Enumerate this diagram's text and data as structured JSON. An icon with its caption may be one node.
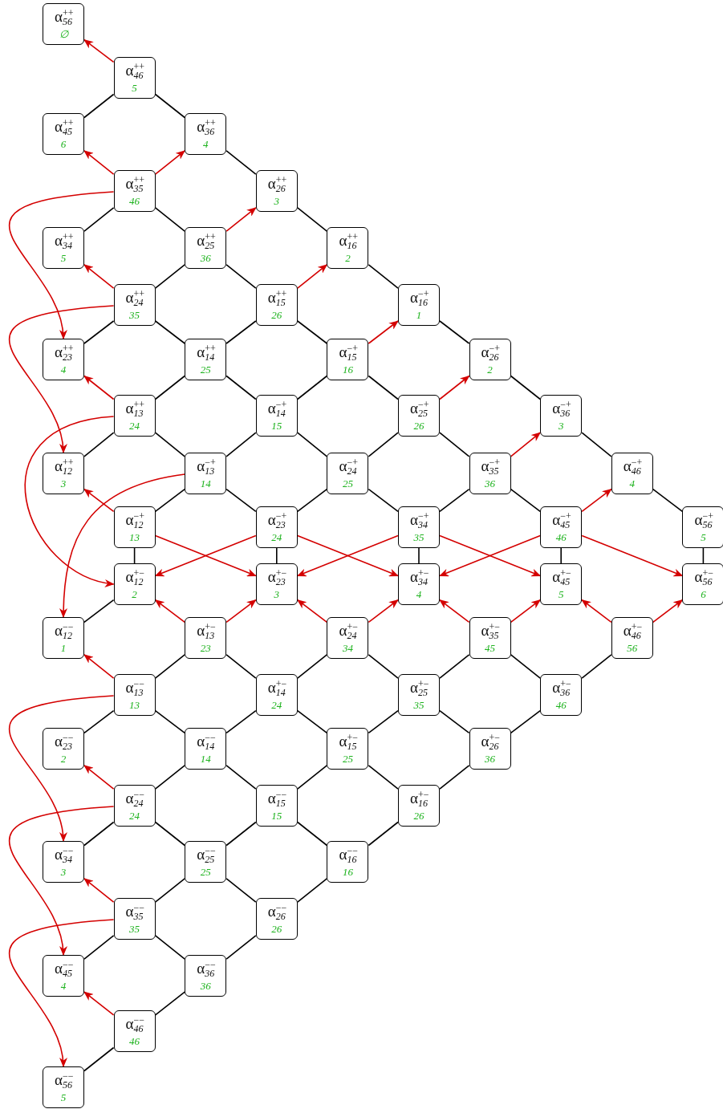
{
  "diagram": {
    "nodes": [
      {
        "text": [
          "α$^{++}$$_{56}$",
          "∅"
        ]
      },
      {
        "text": [
          "α$^{++}$$_{46}$",
          "5"
        ]
      },
      {
        "text": [
          "α$^{++}$$_{45}$",
          "6"
        ]
      },
      {
        "text": [
          "α$^{++}$$_{36}$",
          "4"
        ]
      },
      {
        "text": [
          "α$^{++}$$_{35}$",
          "46"
        ]
      },
      {
        "text": [
          "α$^{++}$$_{26}$",
          "3"
        ]
      },
      {
        "text": [
          "α$^{++}$$_{34}$",
          "5"
        ]
      },
      {
        "text": [
          "α$^{++}$$_{25}$",
          "36"
        ]
      },
      {
        "text": [
          "α$^{++}$$_{16}$",
          "2"
        ]
      },
      {
        "text": [
          "α$^{++}$$_{24}$",
          "35"
        ]
      },
      {
        "text": [
          "α$^{++}$$_{15}$",
          "26"
        ]
      },
      {
        "text": [
          "α$^{−+}$$_{16}$",
          "1"
        ]
      },
      {
        "text": [
          "α$^{++}$$_{23}$",
          "4"
        ]
      },
      {
        "text": [
          "α$^{++}$$_{14}$",
          "25"
        ]
      },
      {
        "text": [
          "α$^{−+}$$_{15}$",
          "16"
        ]
      },
      {
        "text": [
          "α$^{−+}$$_{26}$",
          "2"
        ]
      },
      {
        "text": [
          "α$^{++}$$_{13}$",
          "24"
        ]
      },
      {
        "text": [
          "α$^{−+}$$_{14}$",
          "15"
        ]
      },
      {
        "text": [
          "α$^{−+}$$_{25}$",
          "26"
        ]
      },
      {
        "text": [
          "α$^{−+}$$_{36}$",
          "3"
        ]
      },
      {
        "text": [
          "α$^{++}$$_{12}$",
          "3"
        ]
      },
      {
        "text": [
          "α$^{−+}$$_{13}$",
          "14"
        ]
      },
      {
        "text": [
          "α$^{−+}$$_{24}$",
          "25"
        ]
      },
      {
        "text": [
          "α$^{−+}$$_{35}$",
          "36"
        ]
      },
      {
        "text": [
          "α$^{−+}$$_{46}$",
          "4"
        ]
      },
      {
        "text": [
          "α$^{−+}$$_{12}$",
          "13"
        ]
      },
      {
        "text": [
          "α$^{−+}$$_{23}$",
          "24"
        ]
      },
      {
        "text": [
          "α$^{−+}$$_{34}$",
          "35"
        ]
      },
      {
        "text": [
          "α$^{−+}$$_{45}$",
          "46"
        ]
      },
      {
        "text": [
          "α$^{−+}$$_{56}$",
          "5"
        ]
      },
      {
        "text": [
          "α$^{+−}$$_{12}$",
          "2"
        ]
      },
      {
        "text": [
          "α$^{+−}$$_{23}$",
          "3"
        ]
      },
      {
        "text": [
          "α$^{+−}$$_{34}$",
          "4"
        ]
      },
      {
        "text": [
          "α$^{+−}$$_{45}$",
          "5"
        ]
      },
      {
        "text": [
          "α$^{+−}$$_{56}$",
          "6"
        ]
      },
      {
        "text": [
          "α$^{−−}$$_{12}$",
          "1"
        ]
      },
      {
        "text": [
          "α$^{+−}$$_{13}$",
          "23"
        ]
      },
      {
        "text": [
          "α$^{+−}$$_{24}$",
          "34"
        ]
      },
      {
        "text": [
          "α$^{+−}$$_{35}$",
          "45"
        ]
      },
      {
        "text": [
          "α$^{+−}$$_{46}$",
          "56"
        ]
      },
      {
        "text": [
          "α$^{−−}$$_{13}$",
          "13"
        ]
      },
      {
        "text": [
          "α$^{+−}$$_{14}$",
          "24"
        ]
      },
      {
        "text": [
          "α$^{+−}$$_{25}$",
          "35"
        ]
      },
      {
        "text": [
          "α$^{+−}$$_{36}$",
          "46"
        ]
      },
      {
        "text": [
          "α$^{−−}$$_{23}$",
          "2"
        ]
      },
      {
        "text": [
          "α$^{−−}$$_{14}$",
          "14"
        ]
      },
      {
        "text": [
          "α$^{+−}$$_{15}$",
          "25"
        ]
      },
      {
        "text": [
          "α$^{+−}$$_{26}$",
          "36"
        ]
      },
      {
        "text": [
          "α$^{−−}$$_{24}$",
          "24"
        ]
      },
      {
        "text": [
          "α$^{−−}$$_{15}$",
          "15"
        ]
      },
      {
        "text": [
          "α$^{+−}$$_{16}$",
          "26"
        ]
      },
      {
        "text": [
          "α$^{−−}$$_{34}$",
          "3"
        ]
      },
      {
        "text": [
          "α$^{−−}$$_{25}$",
          "25"
        ]
      },
      {
        "text": [
          "α$^{−−}$$_{16}$",
          "16"
        ]
      },
      {
        "text": [
          "α$^{−−}$$_{35}$",
          "35"
        ]
      },
      {
        "text": [
          "α$^{−−}$$_{26}$",
          "26"
        ]
      },
      {
        "text": [
          "α$^{−−}$$_{45}$",
          "4"
        ]
      },
      {
        "text": [
          "α$^{−−}$$_{36}$",
          "36"
        ]
      },
      {
        "text": [
          "α$^{−−}$$_{46}$",
          "46"
        ]
      },
      {
        "text": [
          "α$^{−−}$$_{56}$",
          "5"
        ]
      }
    ],
    "edges": [
      {
        "from": 1,
        "to": 0,
        "arrow": "to",
        "color": "#d40000"
      },
      {
        "from": 1,
        "to": 2,
        "arrow": "none"
      },
      {
        "from": 1,
        "to": 3,
        "arrow": "none"
      },
      {
        "from": 4,
        "to": 2,
        "arrow": "to",
        "color": "#d40000"
      },
      {
        "from": 4,
        "to": 3,
        "arrow": "to",
        "color": "#d40000"
      },
      {
        "from": 3,
        "to": 5,
        "arrow": "none"
      },
      {
        "from": 4,
        "to": 6,
        "arrow": "none"
      },
      {
        "from": 4,
        "to": 7,
        "arrow": "none"
      },
      {
        "from": 7,
        "to": 5,
        "arrow": "to",
        "color": "#d40000"
      },
      {
        "from": 5,
        "to": 8,
        "arrow": "none"
      },
      {
        "from": 4,
        "to": 12,
        "arrow": "to",
        "color": "#d40000"
      },
      {
        "from": 9,
        "to": 6,
        "arrow": "to",
        "color": "#d40000"
      },
      {
        "from": 7,
        "to": 9,
        "arrow": "none"
      },
      {
        "from": 7,
        "to": 10,
        "arrow": "none"
      },
      {
        "from": 10,
        "to": 8,
        "arrow": "to",
        "color": "#d40000"
      },
      {
        "from": 8,
        "to": 11,
        "arrow": "none"
      },
      {
        "from": 9,
        "to": 12,
        "arrow": "none"
      },
      {
        "from": 9,
        "to": 13,
        "arrow": "none"
      },
      {
        "from": 10,
        "to": 13,
        "arrow": "none"
      },
      {
        "from": 10,
        "to": 14,
        "arrow": "none"
      },
      {
        "from": 14,
        "to": 11,
        "arrow": "to",
        "color": "#d40000"
      },
      {
        "from": 11,
        "to": 15,
        "arrow": "none"
      },
      {
        "from": 9,
        "to": 20,
        "arrow": "to",
        "color": "#d40000"
      },
      {
        "from": 16,
        "to": 12,
        "arrow": "to",
        "color": "#d40000"
      },
      {
        "from": 13,
        "to": 16,
        "arrow": "none"
      },
      {
        "from": 13,
        "to": 17,
        "arrow": "none"
      },
      {
        "from": 14,
        "to": 17,
        "arrow": "none"
      },
      {
        "from": 14,
        "to": 18,
        "arrow": "none"
      },
      {
        "from": 18,
        "to": 15,
        "arrow": "to",
        "color": "#d40000"
      },
      {
        "from": 15,
        "to": 19,
        "arrow": "none"
      },
      {
        "from": 16,
        "to": 30,
        "arrow": "to",
        "color": "#d40000"
      },
      {
        "from": 16,
        "to": 20,
        "arrow": "none"
      },
      {
        "from": 16,
        "to": 21,
        "arrow": "none"
      },
      {
        "from": 17,
        "to": 21,
        "arrow": "none"
      },
      {
        "from": 17,
        "to": 22,
        "arrow": "none"
      },
      {
        "from": 18,
        "to": 22,
        "arrow": "none"
      },
      {
        "from": 18,
        "to": 23,
        "arrow": "none"
      },
      {
        "from": 23,
        "to": 19,
        "arrow": "to",
        "color": "#d40000"
      },
      {
        "from": 19,
        "to": 24,
        "arrow": "none"
      },
      {
        "from": 21,
        "to": 35,
        "arrow": "to",
        "color": "#d40000"
      },
      {
        "from": 25,
        "to": 20,
        "arrow": "to",
        "color": "#d40000"
      },
      {
        "from": 21,
        "to": 25,
        "arrow": "none"
      },
      {
        "from": 21,
        "to": 26,
        "arrow": "none"
      },
      {
        "from": 22,
        "to": 26,
        "arrow": "none"
      },
      {
        "from": 22,
        "to": 27,
        "arrow": "none"
      },
      {
        "from": 23,
        "to": 27,
        "arrow": "none"
      },
      {
        "from": 23,
        "to": 28,
        "arrow": "none"
      },
      {
        "from": 28,
        "to": 24,
        "arrow": "to",
        "color": "#d40000"
      },
      {
        "from": 24,
        "to": 29,
        "arrow": "none"
      },
      {
        "from": 25,
        "to": 30,
        "arrow": "none"
      },
      {
        "from": 26,
        "to": 31,
        "arrow": "none"
      },
      {
        "from": 27,
        "to": 32,
        "arrow": "none"
      },
      {
        "from": 28,
        "to": 33,
        "arrow": "none"
      },
      {
        "from": 29,
        "to": 34,
        "arrow": "none"
      },
      {
        "from": 25,
        "to": 31,
        "arrow": "to",
        "color": "#d40000"
      },
      {
        "from": 26,
        "to": 30,
        "arrow": "to",
        "color": "#d40000"
      },
      {
        "from": 26,
        "to": 32,
        "arrow": "to",
        "color": "#d40000"
      },
      {
        "from": 27,
        "to": 31,
        "arrow": "to",
        "color": "#d40000"
      },
      {
        "from": 27,
        "to": 33,
        "arrow": "to",
        "color": "#d40000"
      },
      {
        "from": 28,
        "to": 32,
        "arrow": "to",
        "color": "#d40000"
      },
      {
        "from": 28,
        "to": 34,
        "arrow": "to",
        "color": "#d40000"
      },
      {
        "from": 30,
        "to": 35,
        "arrow": "none"
      },
      {
        "from": 36,
        "to": 30,
        "arrow": "to",
        "color": "#d40000"
      },
      {
        "from": 36,
        "to": 31,
        "arrow": "to",
        "color": "#d40000"
      },
      {
        "from": 37,
        "to": 31,
        "arrow": "to",
        "color": "#d40000"
      },
      {
        "from": 37,
        "to": 32,
        "arrow": "to",
        "color": "#d40000"
      },
      {
        "from": 38,
        "to": 32,
        "arrow": "to",
        "color": "#d40000"
      },
      {
        "from": 38,
        "to": 33,
        "arrow": "to",
        "color": "#d40000"
      },
      {
        "from": 39,
        "to": 33,
        "arrow": "to",
        "color": "#d40000"
      },
      {
        "from": 39,
        "to": 34,
        "arrow": "to",
        "color": "#d40000"
      },
      {
        "from": 40,
        "to": 35,
        "arrow": "to",
        "color": "#d40000"
      },
      {
        "from": 36,
        "to": 40,
        "arrow": "none"
      },
      {
        "from": 36,
        "to": 41,
        "arrow": "none"
      },
      {
        "from": 37,
        "to": 41,
        "arrow": "none"
      },
      {
        "from": 37,
        "to": 42,
        "arrow": "none"
      },
      {
        "from": 38,
        "to": 42,
        "arrow": "none"
      },
      {
        "from": 38,
        "to": 43,
        "arrow": "none"
      },
      {
        "from": 39,
        "to": 43,
        "arrow": "none"
      },
      {
        "from": 40,
        "to": 44,
        "arrow": "none"
      },
      {
        "from": 40,
        "to": 45,
        "arrow": "none"
      },
      {
        "from": 40,
        "to": 51,
        "arrow": "to",
        "color": "#d40000"
      },
      {
        "from": 41,
        "to": 45,
        "arrow": "none"
      },
      {
        "from": 41,
        "to": 46,
        "arrow": "none"
      },
      {
        "from": 42,
        "to": 46,
        "arrow": "none"
      },
      {
        "from": 42,
        "to": 47,
        "arrow": "none"
      },
      {
        "from": 43,
        "to": 47,
        "arrow": "none"
      },
      {
        "from": 48,
        "to": 44,
        "arrow": "to",
        "color": "#d40000"
      },
      {
        "from": 45,
        "to": 48,
        "arrow": "none"
      },
      {
        "from": 45,
        "to": 49,
        "arrow": "none"
      },
      {
        "from": 46,
        "to": 49,
        "arrow": "none"
      },
      {
        "from": 46,
        "to": 50,
        "arrow": "none"
      },
      {
        "from": 47,
        "to": 50,
        "arrow": "none"
      },
      {
        "from": 48,
        "to": 51,
        "arrow": "none"
      },
      {
        "from": 48,
        "to": 52,
        "arrow": "none"
      },
      {
        "from": 48,
        "to": 56,
        "arrow": "to",
        "color": "#d40000"
      },
      {
        "from": 49,
        "to": 52,
        "arrow": "none"
      },
      {
        "from": 49,
        "to": 53,
        "arrow": "none"
      },
      {
        "from": 50,
        "to": 53,
        "arrow": "none"
      },
      {
        "from": 54,
        "to": 51,
        "arrow": "to",
        "color": "#d40000"
      },
      {
        "from": 52,
        "to": 54,
        "arrow": "none"
      },
      {
        "from": 52,
        "to": 55,
        "arrow": "none"
      },
      {
        "from": 53,
        "to": 55,
        "arrow": "none"
      },
      {
        "from": 54,
        "to": 56,
        "arrow": "none"
      },
      {
        "from": 54,
        "to": 57,
        "arrow": "none"
      },
      {
        "from": 54,
        "to": 59,
        "arrow": "to",
        "color": "#d40000"
      },
      {
        "from": 55,
        "to": 57,
        "arrow": "none"
      },
      {
        "from": 58,
        "to": 56,
        "arrow": "to",
        "color": "#d40000"
      },
      {
        "from": 57,
        "to": 58,
        "arrow": "none"
      },
      {
        "from": 58,
        "to": 59,
        "arrow": "none"
      }
    ]
  }
}
